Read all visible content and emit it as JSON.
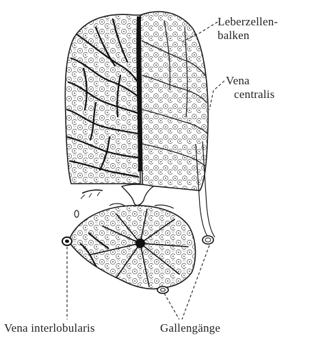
{
  "figure": {
    "labels": {
      "leberzellenbalken_line1": "Leberzellen-",
      "leberzellenbalken_line2": "balken",
      "vena_centralis_line1": "Vena",
      "vena_centralis_line2": "centralis",
      "vena_interlobularis": "Vena interlobularis",
      "gallengaenge": "Gallengänge"
    },
    "colors": {
      "ink": "#1a1a1a",
      "background": "#ffffff"
    }
  }
}
